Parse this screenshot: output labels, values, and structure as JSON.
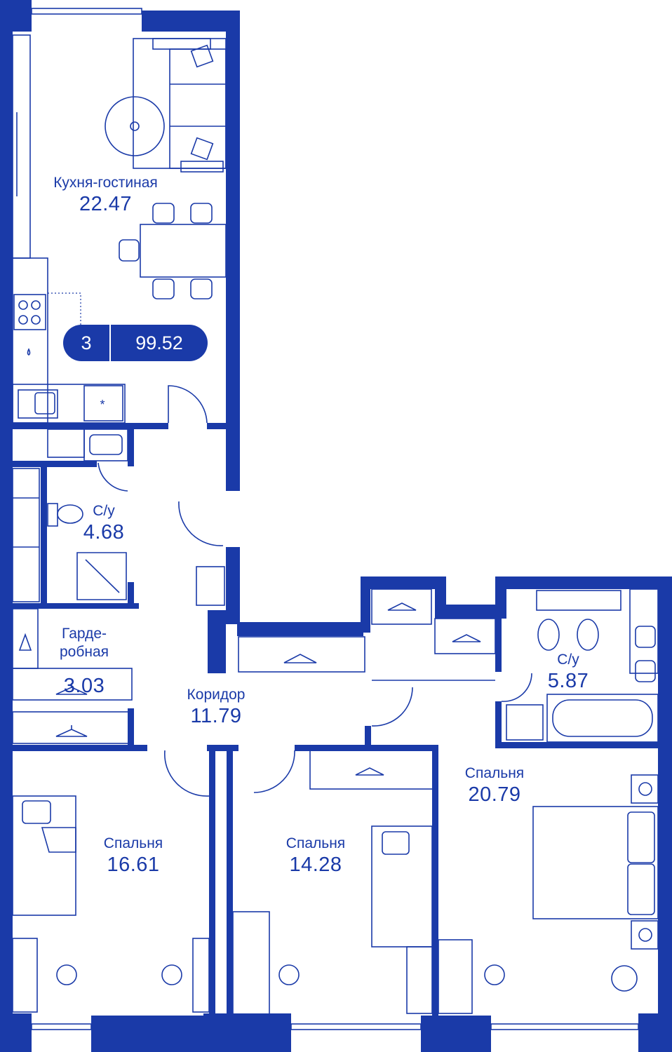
{
  "plan": {
    "rooms_count": "3",
    "total_area": "99.52",
    "rooms": [
      {
        "id": "kitchen",
        "name": "Кухня-гостиная",
        "area": "22.47"
      },
      {
        "id": "wc1",
        "name": "С/у",
        "area": "4.68"
      },
      {
        "id": "wardrobe",
        "name": "Гарде-\nробная",
        "area": "3.03"
      },
      {
        "id": "corridor",
        "name": "Коридор",
        "area": "11.79"
      },
      {
        "id": "wc2",
        "name": "С/у",
        "area": "5.87"
      },
      {
        "id": "bedroom-large",
        "name": "Спальня",
        "area": "20.79"
      },
      {
        "id": "bedroom-left",
        "name": "Спальня",
        "area": "16.61"
      },
      {
        "id": "bedroom-middle",
        "name": "Спальня",
        "area": "14.28"
      }
    ]
  },
  "colors": {
    "accent": "#1a3aa8",
    "background": "#ffffff"
  }
}
